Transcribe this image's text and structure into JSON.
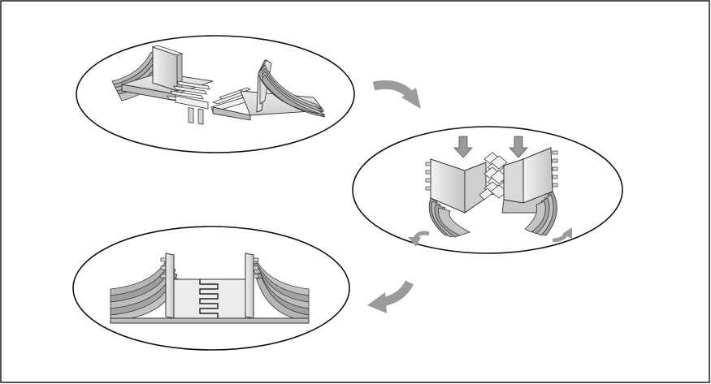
{
  "figure": {
    "frame_color": "#1a1a1a",
    "background": "#ffffff",
    "panel_fill": "#ffffff",
    "panel_stroke": "#111111",
    "part_light": "#e6e6e6",
    "part_mid": "#c9c9c9",
    "part_dark": "#9a9a9a",
    "arrow_color": "#9b9b9b",
    "steps": [
      {
        "step": 1,
        "content": "two-separate-comb-parts"
      },
      {
        "step": 2,
        "content": "parts-pressed-together-and-folded-out"
      },
      {
        "step": 3,
        "content": "assembled-interlocked-part"
      }
    ],
    "icons": [
      "curved-arrow-icon",
      "down-arrow-icon",
      "rotate-arrow-icon"
    ]
  }
}
